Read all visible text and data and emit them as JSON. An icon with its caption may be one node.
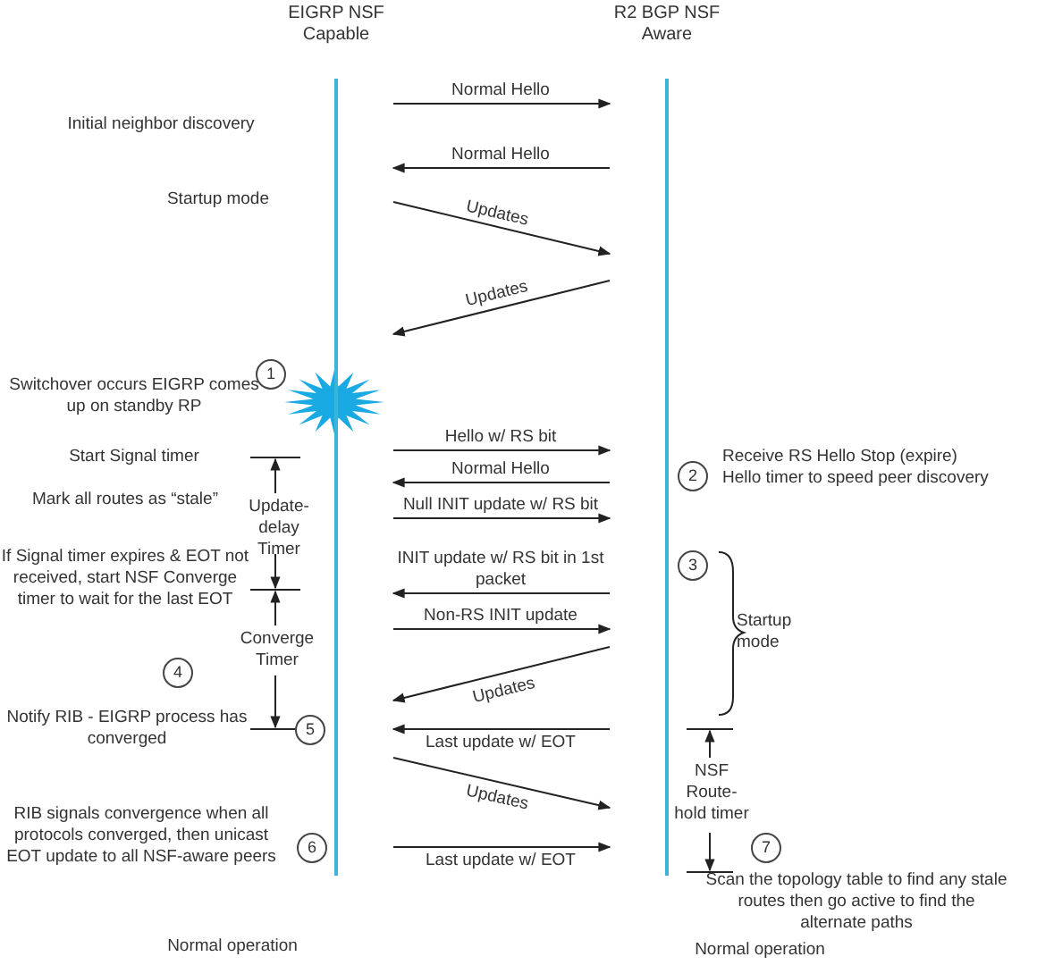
{
  "diagram": {
    "nodes": [
      {
        "text": [
          "EIGRP NSF Capable"
        ]
      },
      {
        "text": [
          "R2 BGP NSF Aware"
        ]
      }
    ],
    "edges": [
      {
        "from": 0,
        "to": 1,
        "arrow": "to",
        "label": "Normal Hello"
      },
      {
        "from": 1,
        "to": 0,
        "arrow": "to",
        "label": "Normal Hello"
      },
      {
        "from": 0,
        "to": 1,
        "arrow": "to",
        "label": "Updates"
      },
      {
        "from": 1,
        "to": 0,
        "arrow": "to",
        "label": "Updates"
      },
      {
        "from": 0,
        "to": 1,
        "arrow": "to",
        "label": "Hello w/ RS bit"
      },
      {
        "from": 1,
        "to": 0,
        "arrow": "to",
        "label": "Normal Hello"
      },
      {
        "from": 0,
        "to": 1,
        "arrow": "to",
        "label": "Null INIT update w/ RS bit"
      },
      {
        "from": 1,
        "to": 0,
        "arrow": "to",
        "label": "INIT update w/ RS bit in 1st packet"
      },
      {
        "from": 0,
        "to": 1,
        "arrow": "to",
        "label": "Non-RS INIT update"
      },
      {
        "from": 1,
        "to": 0,
        "arrow": "to",
        "label": "Updates"
      },
      {
        "from": 1,
        "to": 0,
        "arrow": "to",
        "label": "Last update w/ EOT"
      },
      {
        "from": 0,
        "to": 1,
        "arrow": "to",
        "label": "Updates"
      },
      {
        "from": 0,
        "to": 1,
        "arrow": "to",
        "label": "Last update w/ EOT"
      }
    ],
    "labels": [
      "Initial neighbor discovery",
      "Startup mode",
      "1",
      "Switchover occurs EIGRP comes up on standby RP",
      "Start Signal timer",
      "2",
      "Receive RS Hello Stop (expire) Hello timer to speed peer discovery",
      "Mark all routes as “stale”",
      "Update-delay Timer",
      "If Signal timer expires & EOT not received, start NSF Converge timer to wait for the last EOT",
      "3",
      "Startup mode",
      "Converge Timer",
      "4",
      "Notify RIB - EIGRP process has converged",
      "5",
      "NSF Route-hold timer",
      "RIB signals convergence when all protocols converged, then unicast EOT update to all NSF-aware peers",
      "6",
      "7",
      "Scan the topology table to find any stale routes then go active to find the alternate paths",
      "Normal operation",
      "Normal operation"
    ]
  }
}
